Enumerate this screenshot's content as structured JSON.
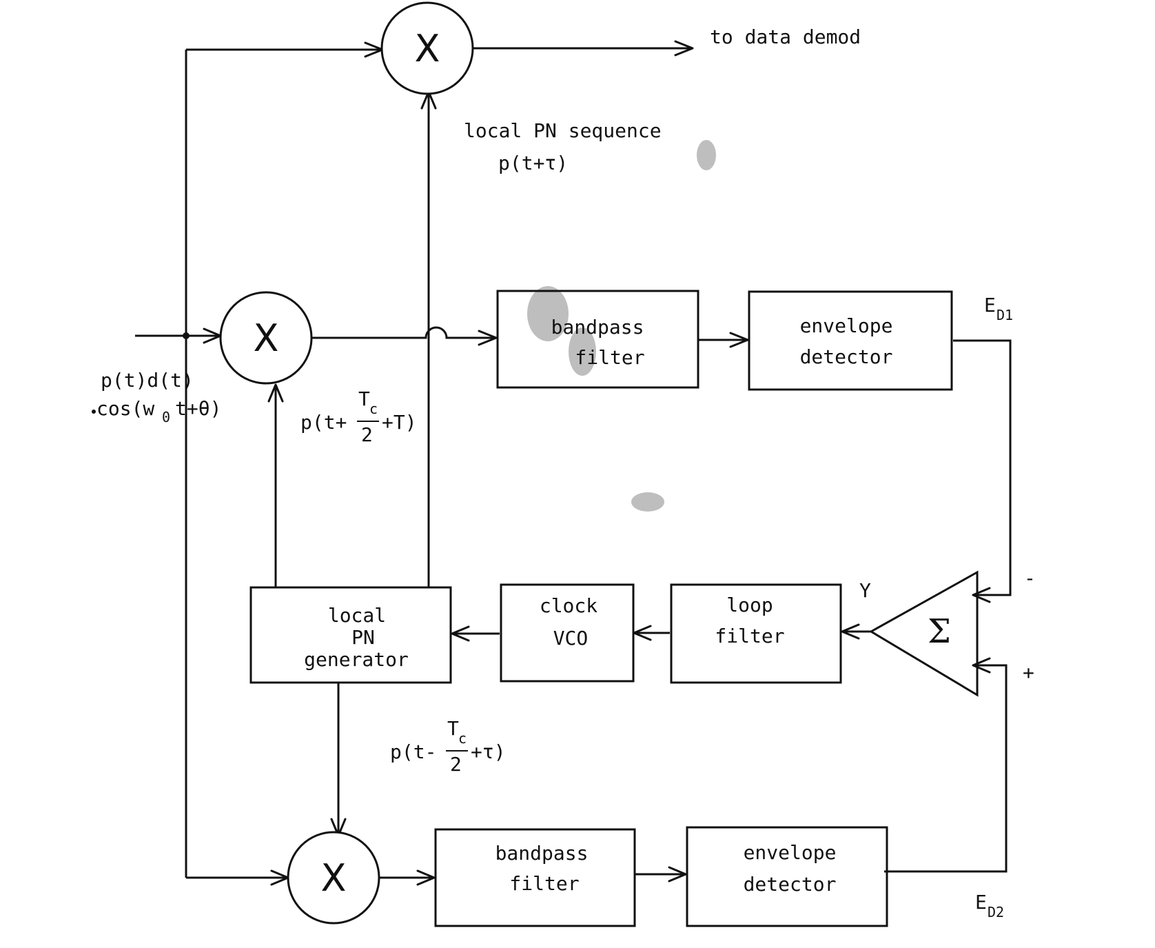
{
  "labels": {
    "output": "to data demod",
    "local_pn_seq_line1": "local PN sequence",
    "local_pn_seq_line2": "p(t+τ)",
    "input_line1": "p(t)d(t)",
    "input_line2_a": "cos(w",
    "input_line2_sub": "0",
    "input_line2_b": "t+θ)",
    "early_a": "p(t+",
    "early_num": "T",
    "early_num_sub": "c",
    "early_den": "2",
    "early_b": "+T)",
    "late_a": "p(t-",
    "late_num": "T",
    "late_num_sub": "c",
    "late_den": "2",
    "late_b": "+τ)",
    "ed1": "E",
    "ed1_sub": "D1",
    "ed2": "E",
    "ed2_sub": "D2",
    "y": "Y",
    "minus": "-",
    "plus": "+",
    "sigma": "Σ",
    "multiplier": "X"
  },
  "blocks": {
    "bpf1": [
      "bandpass",
      "filter"
    ],
    "env1": [
      "envelope",
      "detector"
    ],
    "pn_gen": [
      "local",
      "PN",
      "generator"
    ],
    "vco": [
      "clock",
      "VCO"
    ],
    "loop_filter": [
      "loop",
      "filter"
    ],
    "bpf2": [
      "bandpass",
      "filter"
    ],
    "env2": [
      "envelope",
      "detector"
    ]
  }
}
